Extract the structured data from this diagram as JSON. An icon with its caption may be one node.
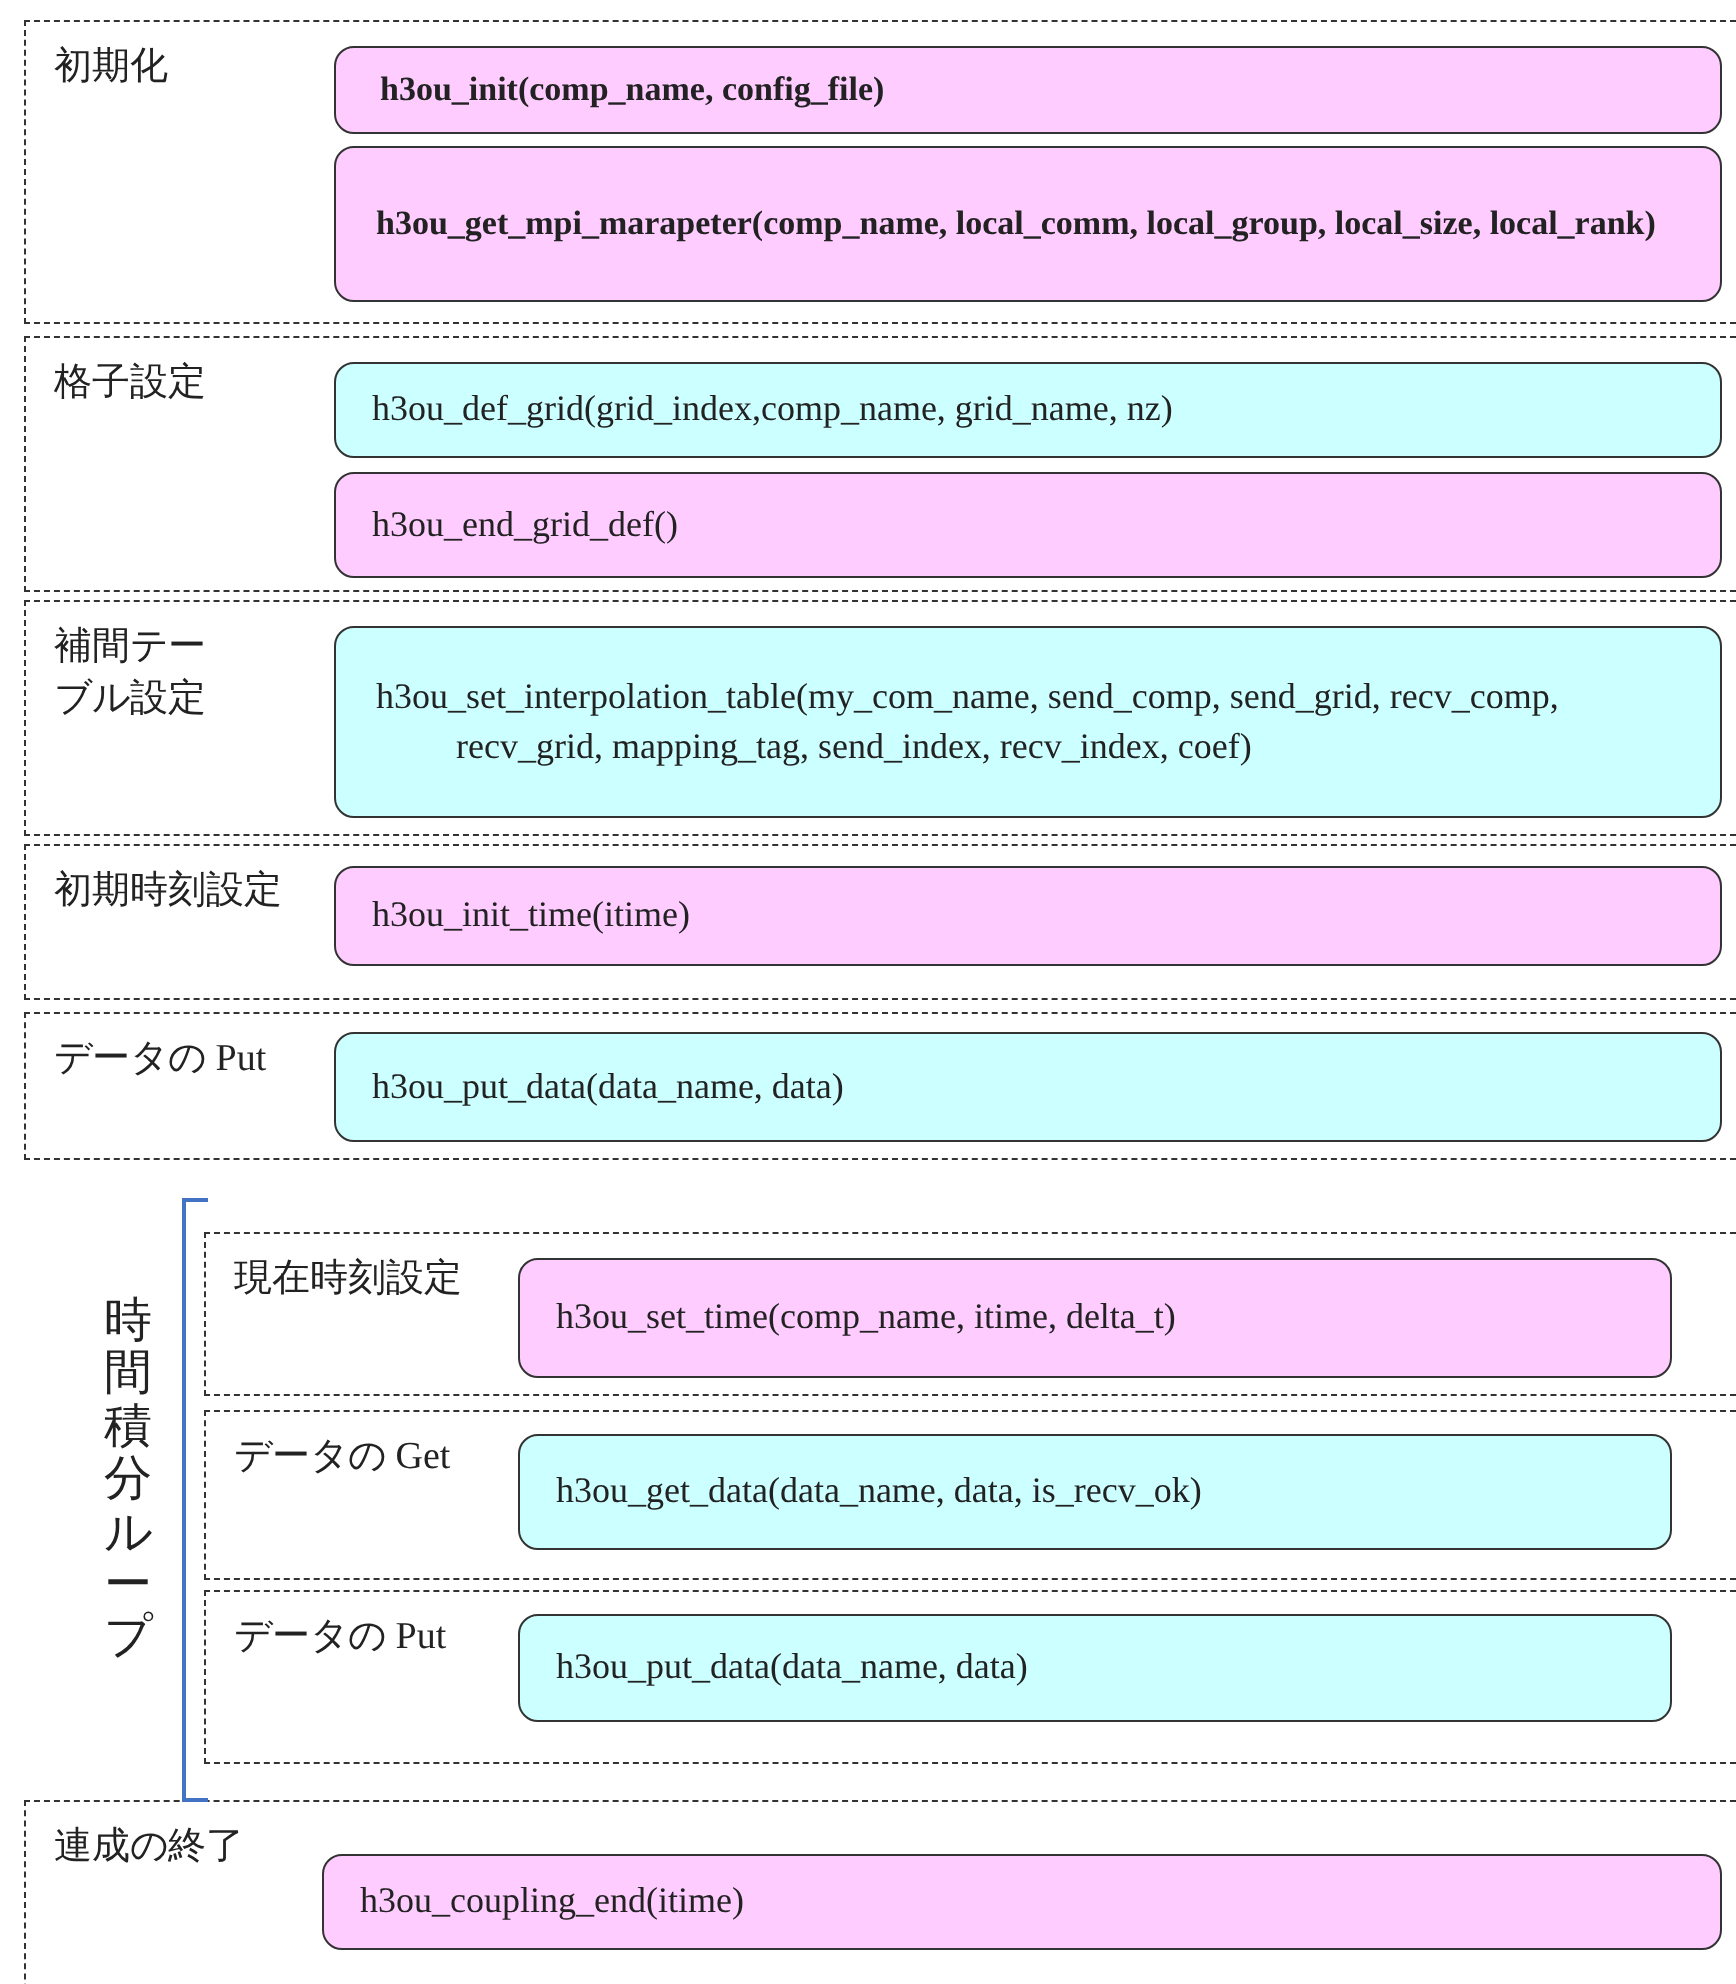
{
  "diagram": {
    "nodes": [
      {
        "text": [
          "初期化"
        ]
      },
      {
        "text": [
          "h3ou_init(comp_name, config_file)"
        ],
        "in": 0
      },
      {
        "text": [
          "h3ou_get_mpi_marapeter(comp_name, local_comm, local_group, local_size, local_rank)"
        ],
        "in": 0
      },
      {
        "text": [
          "格子設定"
        ]
      },
      {
        "text": [
          "h3ou_def_grid(grid_index,comp_name, grid_name, nz)"
        ],
        "in": 3
      },
      {
        "text": [
          "h3ou_end_grid_def()"
        ],
        "in": 3
      },
      {
        "text": [
          "補間テーブル設定"
        ]
      },
      {
        "text": [
          "h3ou_set_interpolation_table(my_com_name, send_comp, send_grid, recv_comp, recv_grid, mapping_tag, send_index, recv_index, coef)"
        ],
        "in": 6
      },
      {
        "text": [
          "初期時刻設定"
        ]
      },
      {
        "text": [
          "h3ou_init_time(itime)"
        ],
        "in": 8
      },
      {
        "text": [
          "データの Put"
        ]
      },
      {
        "text": [
          "h3ou_put_data(data_name, data)"
        ],
        "in": 10
      },
      {
        "text": [
          "現在時刻設定"
        ]
      },
      {
        "text": [
          "h3ou_set_time(comp_name, itime, delta_t)"
        ],
        "in": 12
      },
      {
        "text": [
          "データの Get"
        ]
      },
      {
        "text": [
          "h3ou_get_data(data_name, data, is_recv_ok)"
        ],
        "in": 14
      },
      {
        "text": [
          "データの Put"
        ]
      },
      {
        "text": [
          "h3ou_put_data(data_name, data)"
        ],
        "in": 16
      },
      {
        "text": [
          "連成の終了"
        ]
      },
      {
        "text": [
          "h3ou_coupling_end(itime)"
        ],
        "in": 18
      }
    ],
    "labels": [
      "時間積分ループ"
    ]
  }
}
